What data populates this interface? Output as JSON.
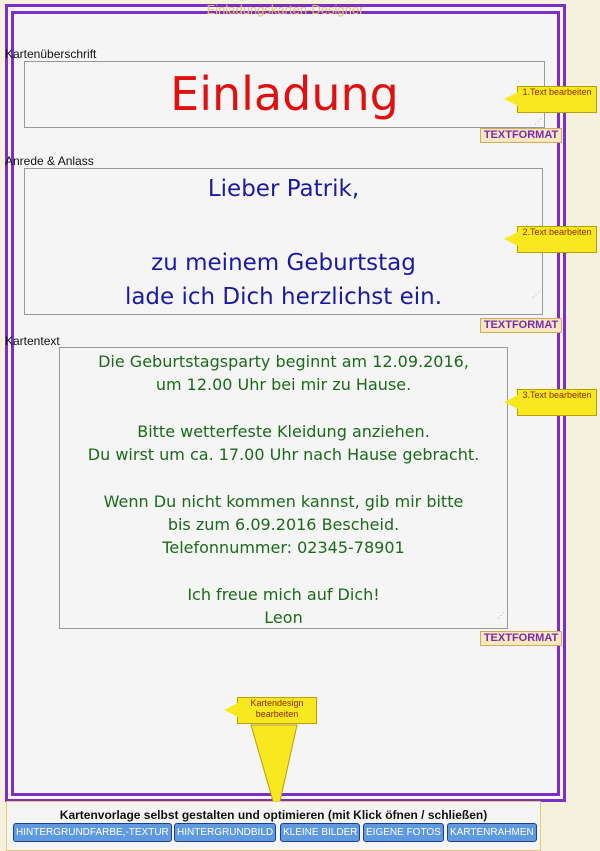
{
  "app_title": "Einladungskarten-Designer",
  "sections": [
    {
      "label": "Kartenüberschrift",
      "lines": [
        "Einladung"
      ],
      "callout": "1.Text bearbeiten",
      "format_button": "TEXTFORMAT"
    },
    {
      "label": "Anrede & Anlass",
      "lines": [
        "Lieber Patrik,",
        "",
        "zu meinem Geburtstag",
        "lade ich Dich herzlichst ein."
      ],
      "callout": "2.Text bearbeiten",
      "format_button": "TEXTFORMAT"
    },
    {
      "label": "Kartentext",
      "lines": [
        "Die Geburtstagsparty beginnt am 12.09.2016,",
        "um 12.00 Uhr bei mir zu Hause.",
        "",
        "Bitte wetterfeste Kleidung anziehen.",
        "Du wirst um ca. 17.00 Uhr nach Hause gebracht.",
        "",
        "Wenn Du nicht kommen kannst, gib mir bitte",
        "bis zum 6.09.2016 Bescheid.",
        "Telefonnummer: 02345-78901",
        "",
        "Ich freue mich auf Dich!",
        "Leon"
      ],
      "callout": "3.Text bearbeiten",
      "format_button": "TEXTFORMAT"
    }
  ],
  "design_callout": "Kartendesign bearbeiten",
  "bottom_panel": {
    "title": "Kartenvorlage selbst gestalten und optimieren (mit Klick öfnen / schließen)",
    "buttons": [
      "HINTERGRUNDFARBE,-TEXTUR",
      "HINTERGRUNDBILD",
      "KLEINE BILDER",
      "EIGENE FOTOS",
      "KARTENRAHMEN"
    ]
  },
  "colors": {
    "frame": "#7b2fc8",
    "heading": "#e01010",
    "greeting": "#1a1aa0",
    "body": "#1a6a1a",
    "callout": "#f8e820",
    "button": "#5f9ae0"
  }
}
